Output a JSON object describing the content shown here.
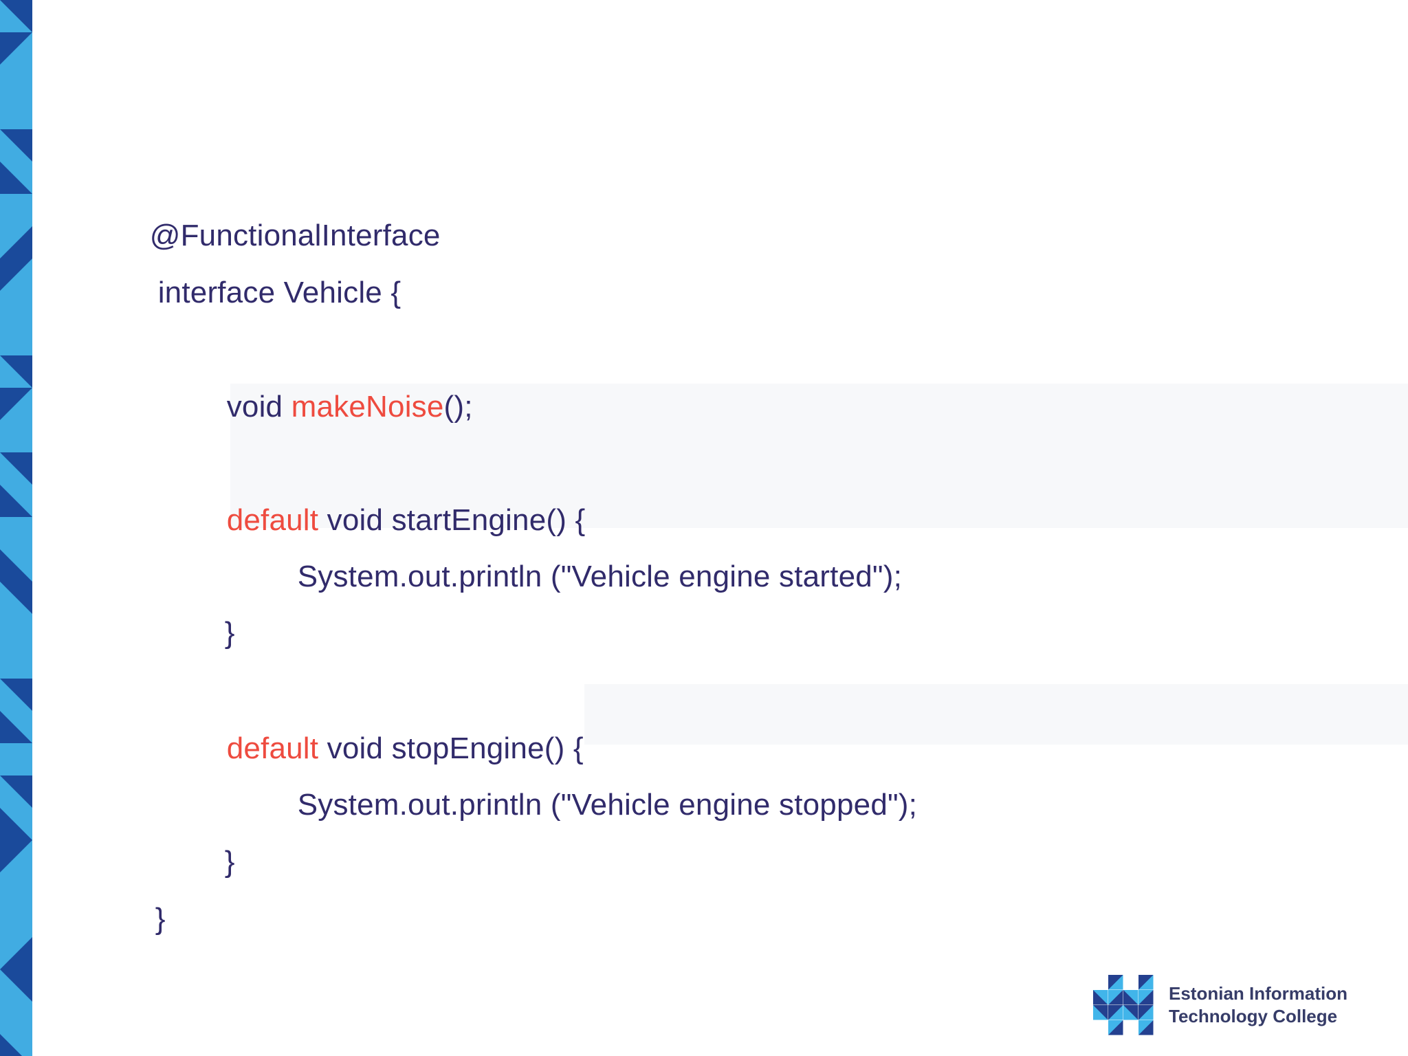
{
  "slide": {
    "background": "#ffffff"
  },
  "sidebar": {
    "light_blue": "#41ACE2",
    "navy": "#1A4A9B",
    "cell_size": 47,
    "pattern": "tr,tl,b,b,tr,bl,b,br,tl,b,b,tr,tl,b,tr,bl,b,bl,tr,b,b,tr,bl,b,tr,bl,tl,b,b,br,tr,b,bl"
  },
  "code": {
    "navy": "#312B6B",
    "red": "#EE4B3F",
    "lines": [
      {
        "segments": [
          {
            "text": "@FunctionalInterface"
          }
        ]
      },
      {
        "segments": [
          {
            "text": "interface Vehicle {"
          }
        ]
      },
      {
        "segments": [
          {
            "text": "void "
          },
          {
            "text": "makeNoise"
          },
          {
            "text": "();"
          }
        ]
      },
      {
        "segments": [
          {
            "text": "default "
          },
          {
            "text": "void startEngine() {"
          }
        ]
      },
      {
        "segments": [
          {
            "text": "System.out.println (\"Vehicle engine started\");"
          }
        ]
      },
      {
        "segments": [
          {
            "text": "}"
          }
        ]
      },
      {
        "segments": [
          {
            "text": "default "
          },
          {
            "text": "void stopEngine() {"
          }
        ]
      },
      {
        "segments": [
          {
            "text": "System.out.println (\"Vehicle engine stopped\");"
          }
        ]
      },
      {
        "segments": [
          {
            "text": "}"
          }
        ]
      },
      {
        "segments": [
          {
            "text": "}"
          }
        ]
      }
    ]
  },
  "logo": {
    "line1": "Estonian Information",
    "line2": "Technology College",
    "text_color": "#363C68",
    "mark_light_blue": "#41B5EA",
    "mark_navy": "#24408F"
  }
}
